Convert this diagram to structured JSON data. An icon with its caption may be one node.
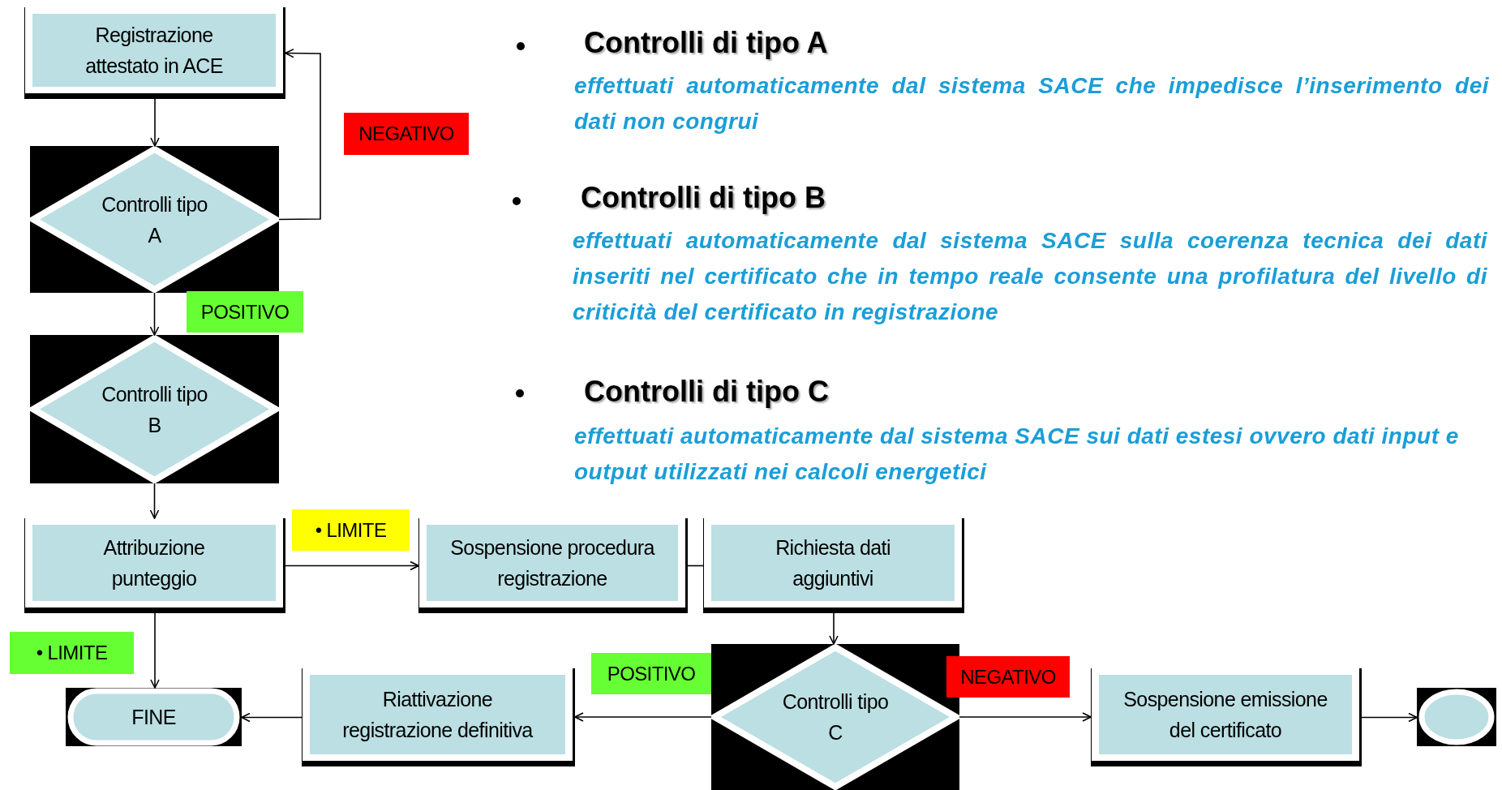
{
  "diagram": {
    "nodes": [
      {
        "text": [
          "Registrazione attestato in ACE"
        ]
      },
      {
        "text": [
          "Controlli tipo A"
        ]
      },
      {
        "text": [
          "Controlli tipo B"
        ]
      },
      {
        "text": [
          "Attribuzione punteggio"
        ]
      },
      {
        "text": [
          "Sospensione procedura registrazione"
        ]
      },
      {
        "text": [
          "Richiesta dati aggiuntivi"
        ]
      },
      {
        "text": [
          "FINE"
        ]
      },
      {
        "text": [
          "Riattivazione registrazione definitiva"
        ]
      },
      {
        "text": [
          "Controlli tipo C"
        ]
      },
      {
        "text": [
          "Sospensione emissione del certificato"
        ]
      },
      {
        "text": [],
        "shape": "ellipse"
      }
    ],
    "edges": [
      {
        "from": 0,
        "to": 1,
        "arrow": "to"
      },
      {
        "from": 1,
        "to": 0,
        "arrow": "to",
        "label": "NEGATIVO"
      },
      {
        "from": 1,
        "to": 2,
        "arrow": "to",
        "label": "POSITIVO"
      },
      {
        "from": 2,
        "to": 3,
        "arrow": "to"
      },
      {
        "from": 3,
        "to": 4,
        "arrow": "to",
        "label": "• LIMITE"
      },
      {
        "from": 4,
        "to": 5,
        "arrow": "none"
      },
      {
        "from": 5,
        "to": 8,
        "arrow": "to"
      },
      {
        "from": 8,
        "to": 7,
        "arrow": "to",
        "label": "POSITIVO"
      },
      {
        "from": 7,
        "to": 6,
        "arrow": "to"
      },
      {
        "from": 3,
        "to": 6,
        "arrow": "to",
        "label": "• LIMITE"
      },
      {
        "from": 8,
        "to": 9,
        "arrow": "to",
        "label": "NEGATIVO"
      },
      {
        "from": 9,
        "to": 10,
        "arrow": "to"
      }
    ],
    "labels": [
      "Controlli di tipo A",
      "effettuati automaticamente dal sistema SACE che impedisce l’inserimento dei dati non congrui",
      "Controlli di tipo B",
      "effettuati automaticamente dal sistema SACE sulla coerenza tecnica dei dati inseriti nel certificato che in tempo reale consente una profilatura del livello di criticità del certificato in registrazione",
      "Controlli di tipo C",
      "effettuati automaticamente dal sistema SACE sui dati estesi ovvero dati  input e output utilizzati nei calcoli energetici"
    ]
  }
}
